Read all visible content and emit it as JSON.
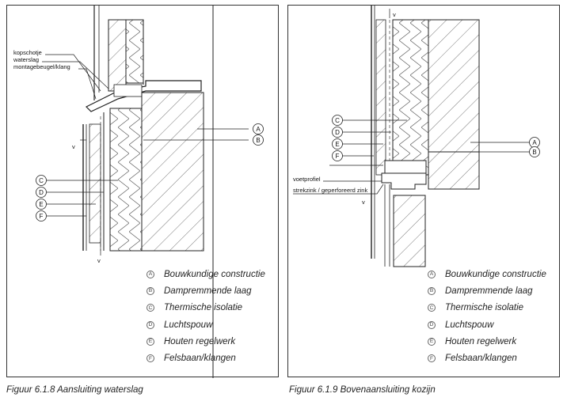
{
  "figures": [
    {
      "caption": "Figuur 6.1.8 Aansluiting waterslag",
      "annotations": [
        "kopschotje",
        "waterslag",
        "montagebeugel/klang"
      ],
      "markers": [
        "A",
        "B",
        "C",
        "D",
        "E",
        "F"
      ],
      "arrows": [
        "v",
        "v"
      ]
    },
    {
      "caption": "Figuur 6.1.9 Bovenaansluiting kozijn",
      "annotations": [
        "voetprofiel",
        "strekzink / geperforeerd zink"
      ],
      "markers": [
        "A",
        "B",
        "C",
        "D",
        "E",
        "F"
      ],
      "arrows": [
        "v",
        "v"
      ]
    }
  ],
  "legend": [
    {
      "key": "A",
      "label": "Bouwkundige constructie"
    },
    {
      "key": "B",
      "label": "Dampremmende laag"
    },
    {
      "key": "C",
      "label": "Thermische isolatie"
    },
    {
      "key": "D",
      "label": "Luchtspouw"
    },
    {
      "key": "E",
      "label": "Houten regelwerk"
    },
    {
      "key": "F",
      "label": "Felsbaan/klangen"
    }
  ]
}
